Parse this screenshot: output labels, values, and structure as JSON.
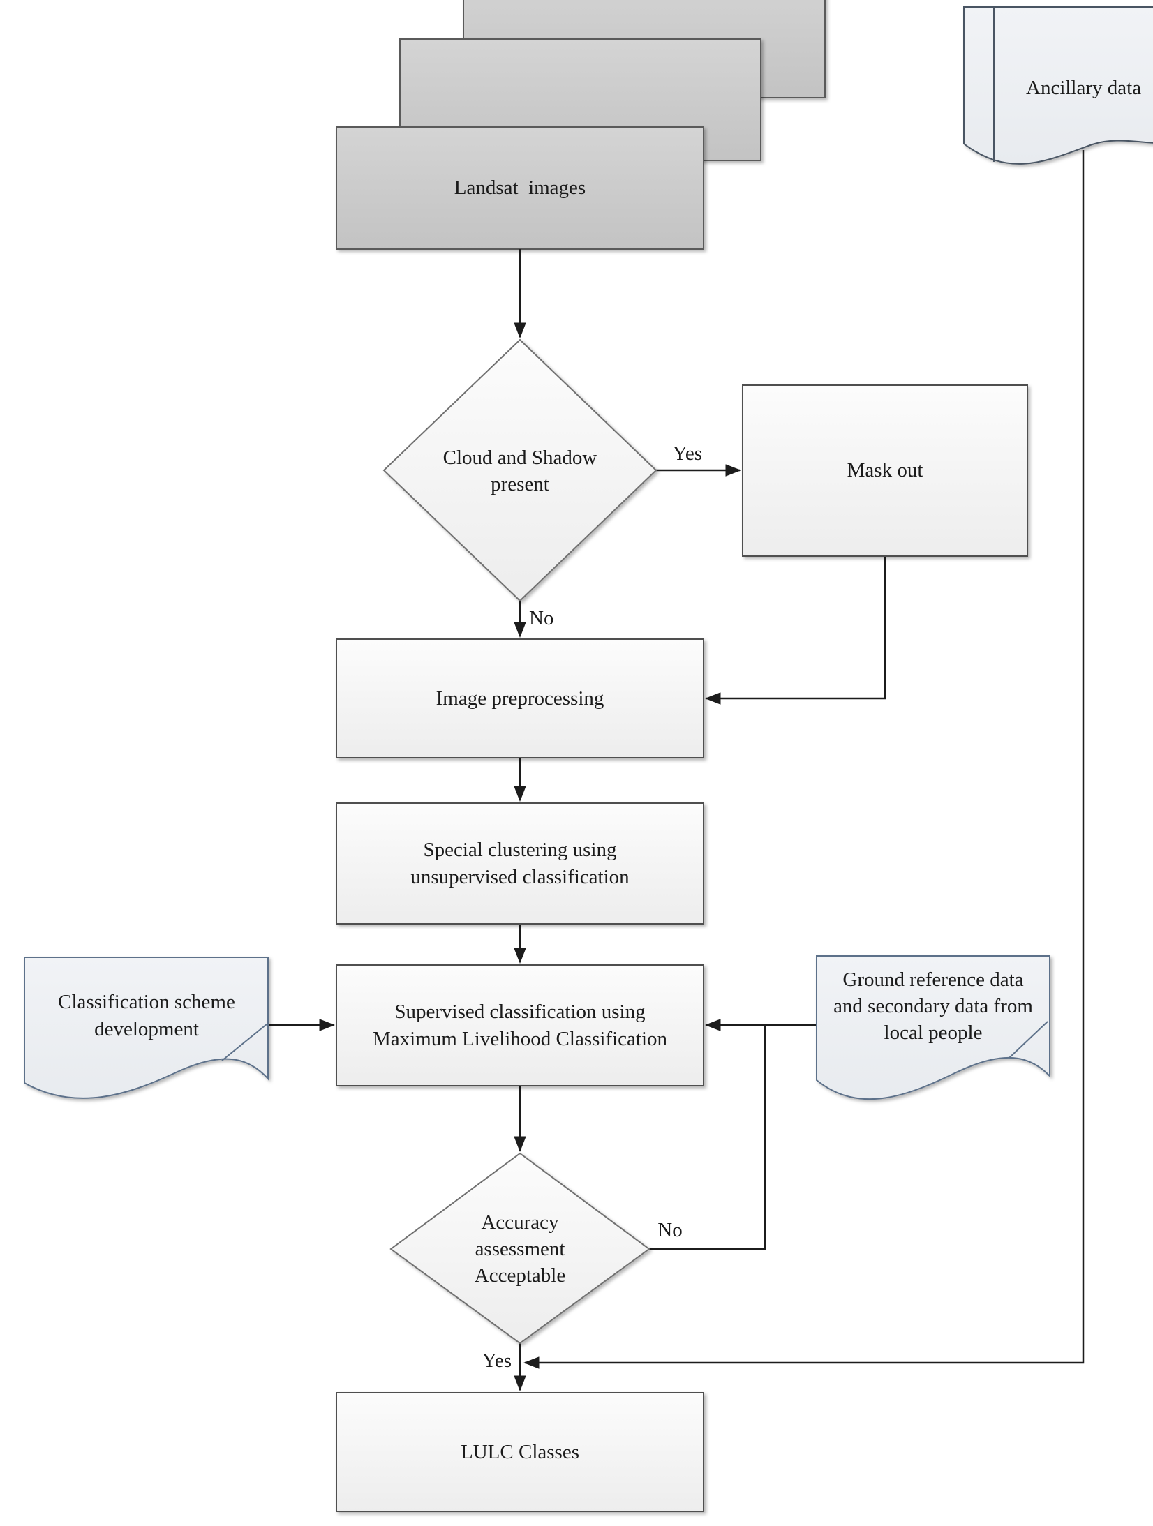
{
  "flowchart": {
    "nodes": {
      "landsat": {
        "label": "Landsat  images",
        "shape": "stacked-rectangles",
        "fill": "#cbcbcb"
      },
      "ancillary": {
        "label": "Ancillary data",
        "shape": "document",
        "fill": "#f4f5f7"
      },
      "cloud_shadow_decision": {
        "label": "Cloud and Shadow present",
        "shape": "diamond",
        "fill": "#f5f5f5"
      },
      "mask_out": {
        "label": "Mask out",
        "shape": "rectangle",
        "fill": "#f5f5f5"
      },
      "image_preprocessing": {
        "label": "Image preprocessing",
        "shape": "rectangle",
        "fill": "#f5f5f5"
      },
      "clustering": {
        "label": "Special clustering using unsupervised classification",
        "shape": "rectangle",
        "fill": "#f5f5f5"
      },
      "supervised_classification": {
        "label": "Supervised classification using Maximum Livelihood Classification",
        "shape": "rectangle",
        "fill": "#f5f5f5"
      },
      "classification_scheme": {
        "label": "Classification scheme development",
        "shape": "document",
        "fill": "#edeff2"
      },
      "ground_reference": {
        "label": "Ground reference data and secondary data from local people",
        "shape": "document",
        "fill": "#edeff2"
      },
      "accuracy_decision": {
        "label": "Accuracy assessment Acceptable",
        "shape": "diamond",
        "fill": "#f5f5f5"
      },
      "lulc_classes": {
        "label": "LULC Classes",
        "shape": "rectangle",
        "fill": "#f5f5f5"
      }
    },
    "edge_labels": {
      "cloud_yes": "Yes",
      "cloud_no": "No",
      "accuracy_no": "No",
      "accuracy_yes": "Yes"
    },
    "colors": {
      "background": "#ffffff",
      "gray_node_fill": "#cbcbcb",
      "light_node_fill": "#f5f5f5",
      "node_border": "#4f4f4f",
      "diamond_border": "#6f6f6f",
      "document_border": "#5d718a",
      "document_fill": "#edeff2",
      "connector": "#1c1c1c",
      "text": "#1b1b1b"
    }
  }
}
